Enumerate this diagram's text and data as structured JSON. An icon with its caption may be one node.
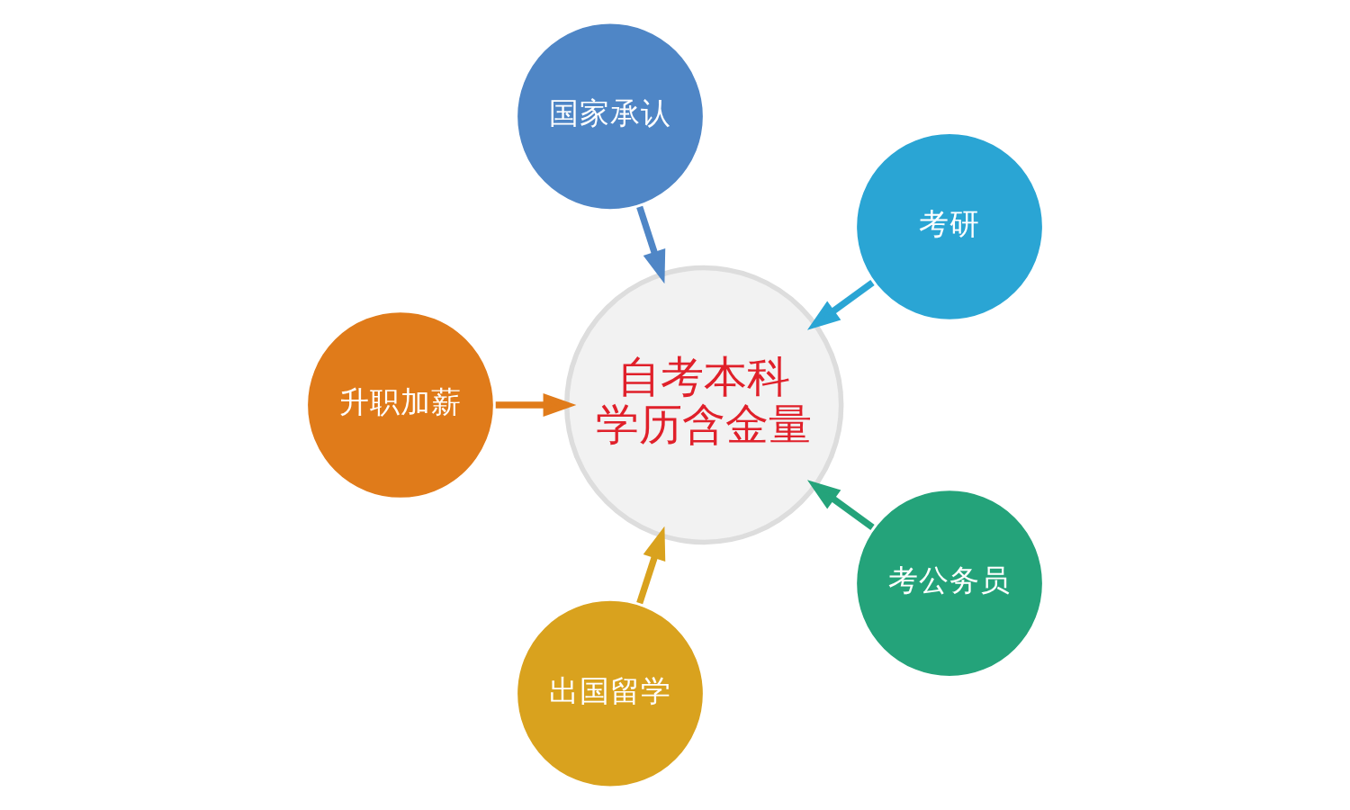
{
  "diagram": {
    "nodes": [
      {
        "text": [
          "国家承认"
        ]
      },
      {
        "text": [
          "升职加薪"
        ]
      },
      {
        "text": [
          "自考本科学历含金量"
        ]
      },
      {
        "text": [
          "考研"
        ]
      },
      {
        "text": [
          "出国留学"
        ]
      },
      {
        "text": [
          "考公务员"
        ]
      }
    ],
    "edges": [
      {
        "from": 0,
        "to": 2,
        "arrow": "to",
        "color": "#4f86c6"
      },
      {
        "from": 3,
        "to": 2,
        "arrow": "to",
        "color": "#2aa5d4"
      },
      {
        "from": 5,
        "to": 2,
        "arrow": "to",
        "color": "#24a37a"
      },
      {
        "from": 4,
        "to": 2,
        "arrow": "to",
        "color": "#d9a21e"
      },
      {
        "from": 1,
        "to": 2,
        "arrow": "to",
        "color": "#e07b1a"
      }
    ]
  }
}
